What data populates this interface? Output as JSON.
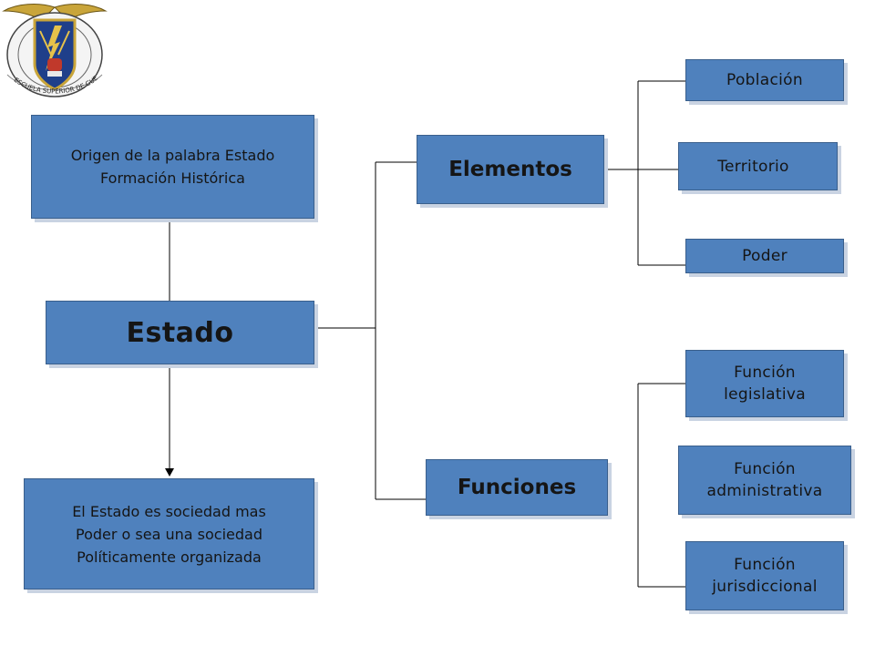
{
  "diagram": {
    "origen": "Origen de la palabra Estado\nFormación Histórica",
    "estado": "Estado",
    "definicion": "El Estado es sociedad mas\nPoder o sea una sociedad\nPolíticamente organizada",
    "elementos": "Elementos",
    "funciones": "Funciones",
    "poblacion": "Población",
    "territorio": "Territorio",
    "poder": "Poder",
    "legislativa": "Función\nlegislativa",
    "administrativa": "Función\nadministrativa",
    "jurisdiccional": "Función\njurisdiccional"
  },
  "emblem": {
    "text": "ESCUELA SUPERIOR DE GUERRA AÉREA"
  },
  "colors": {
    "box_fill": "#4f81bd",
    "box_border": "#3a5f8c",
    "line": "#000000"
  }
}
